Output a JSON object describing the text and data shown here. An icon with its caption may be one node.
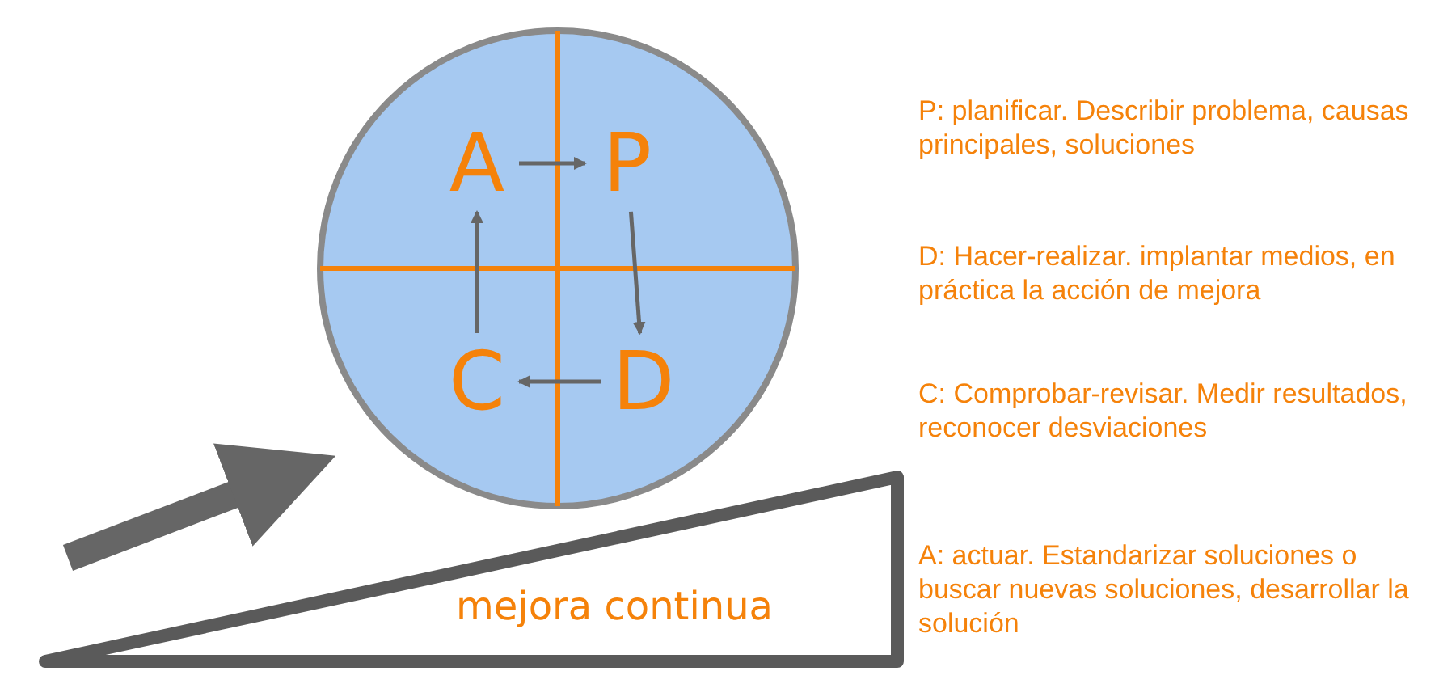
{
  "diagram": {
    "nodes": [
      {
        "text": [],
        "shape": "circle"
      },
      {
        "text": [
          "A"
        ],
        "in": 0
      },
      {
        "text": [
          "P"
        ],
        "in": 0
      },
      {
        "text": [
          "C"
        ],
        "in": 0
      },
      {
        "text": [
          "D"
        ],
        "in": 0
      },
      {
        "text": [
          "mejora continua"
        ]
      }
    ],
    "edges": [
      {
        "from": 1,
        "to": 2,
        "arrow": "to"
      },
      {
        "from": 2,
        "to": 4,
        "arrow": "to"
      },
      {
        "from": 4,
        "to": 3,
        "arrow": "to"
      },
      {
        "from": 3,
        "to": 1,
        "arrow": "to"
      }
    ],
    "labels": [
      "P: planificar. Describir problema, causas principales, soluciones",
      "D: Hacer-realizar. implantar medios, en práctica la acción de mejora",
      "C: Comprobar-revisar. Medir resultados, reconocer desviaciones",
      "A: actuar. Estandarizar soluciones o buscar nuevas soluciones, desarrollar la solución"
    ]
  }
}
